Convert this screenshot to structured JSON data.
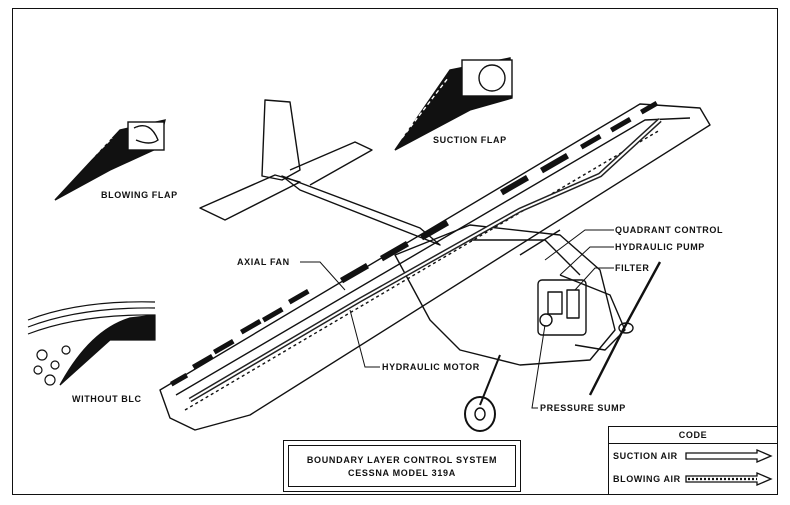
{
  "labels": {
    "blowing_flap": "BLOWING FLAP",
    "suction_flap": "SUCTION FLAP",
    "without_blc": "WITHOUT BLC",
    "axial_fan": "AXIAL FAN",
    "hydraulic_motor": "HYDRAULIC MOTOR",
    "quadrant_control": "QUADRANT CONTROL",
    "hydraulic_pump": "HYDRAULIC PUMP",
    "filter": "FILTER",
    "pressure_sump": "PRESSURE SUMP"
  },
  "title_box": {
    "line1": "BOUNDARY LAYER CONTROL SYSTEM",
    "line2": "CESSNA MODEL 319A"
  },
  "code_box": {
    "heading": "CODE",
    "suction_air": "SUCTION AIR",
    "blowing_air": "BLOWING AIR"
  }
}
